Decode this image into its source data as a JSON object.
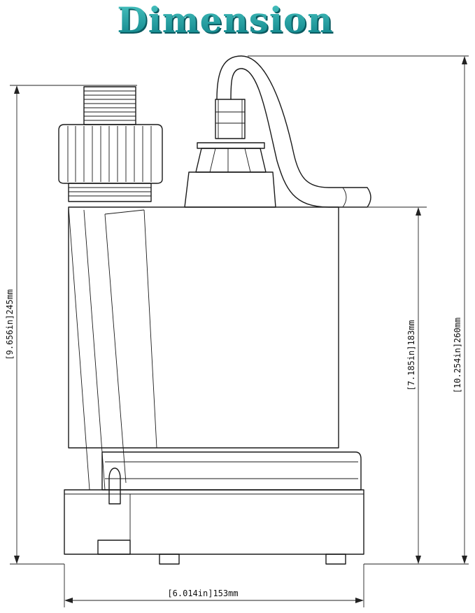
{
  "title": "Dimension",
  "colors": {
    "title_top": "#4cc8c4",
    "title_bottom": "#0b7f86",
    "title_shadow": "#0a5a60",
    "line": "#1a1a1a"
  },
  "dimensions": {
    "total_height_left": "[9.656in]245mm",
    "body_height": "[7.185in]183mm",
    "total_height_right": "[10.254in]260mm",
    "width": "[6.014in]153mm"
  }
}
